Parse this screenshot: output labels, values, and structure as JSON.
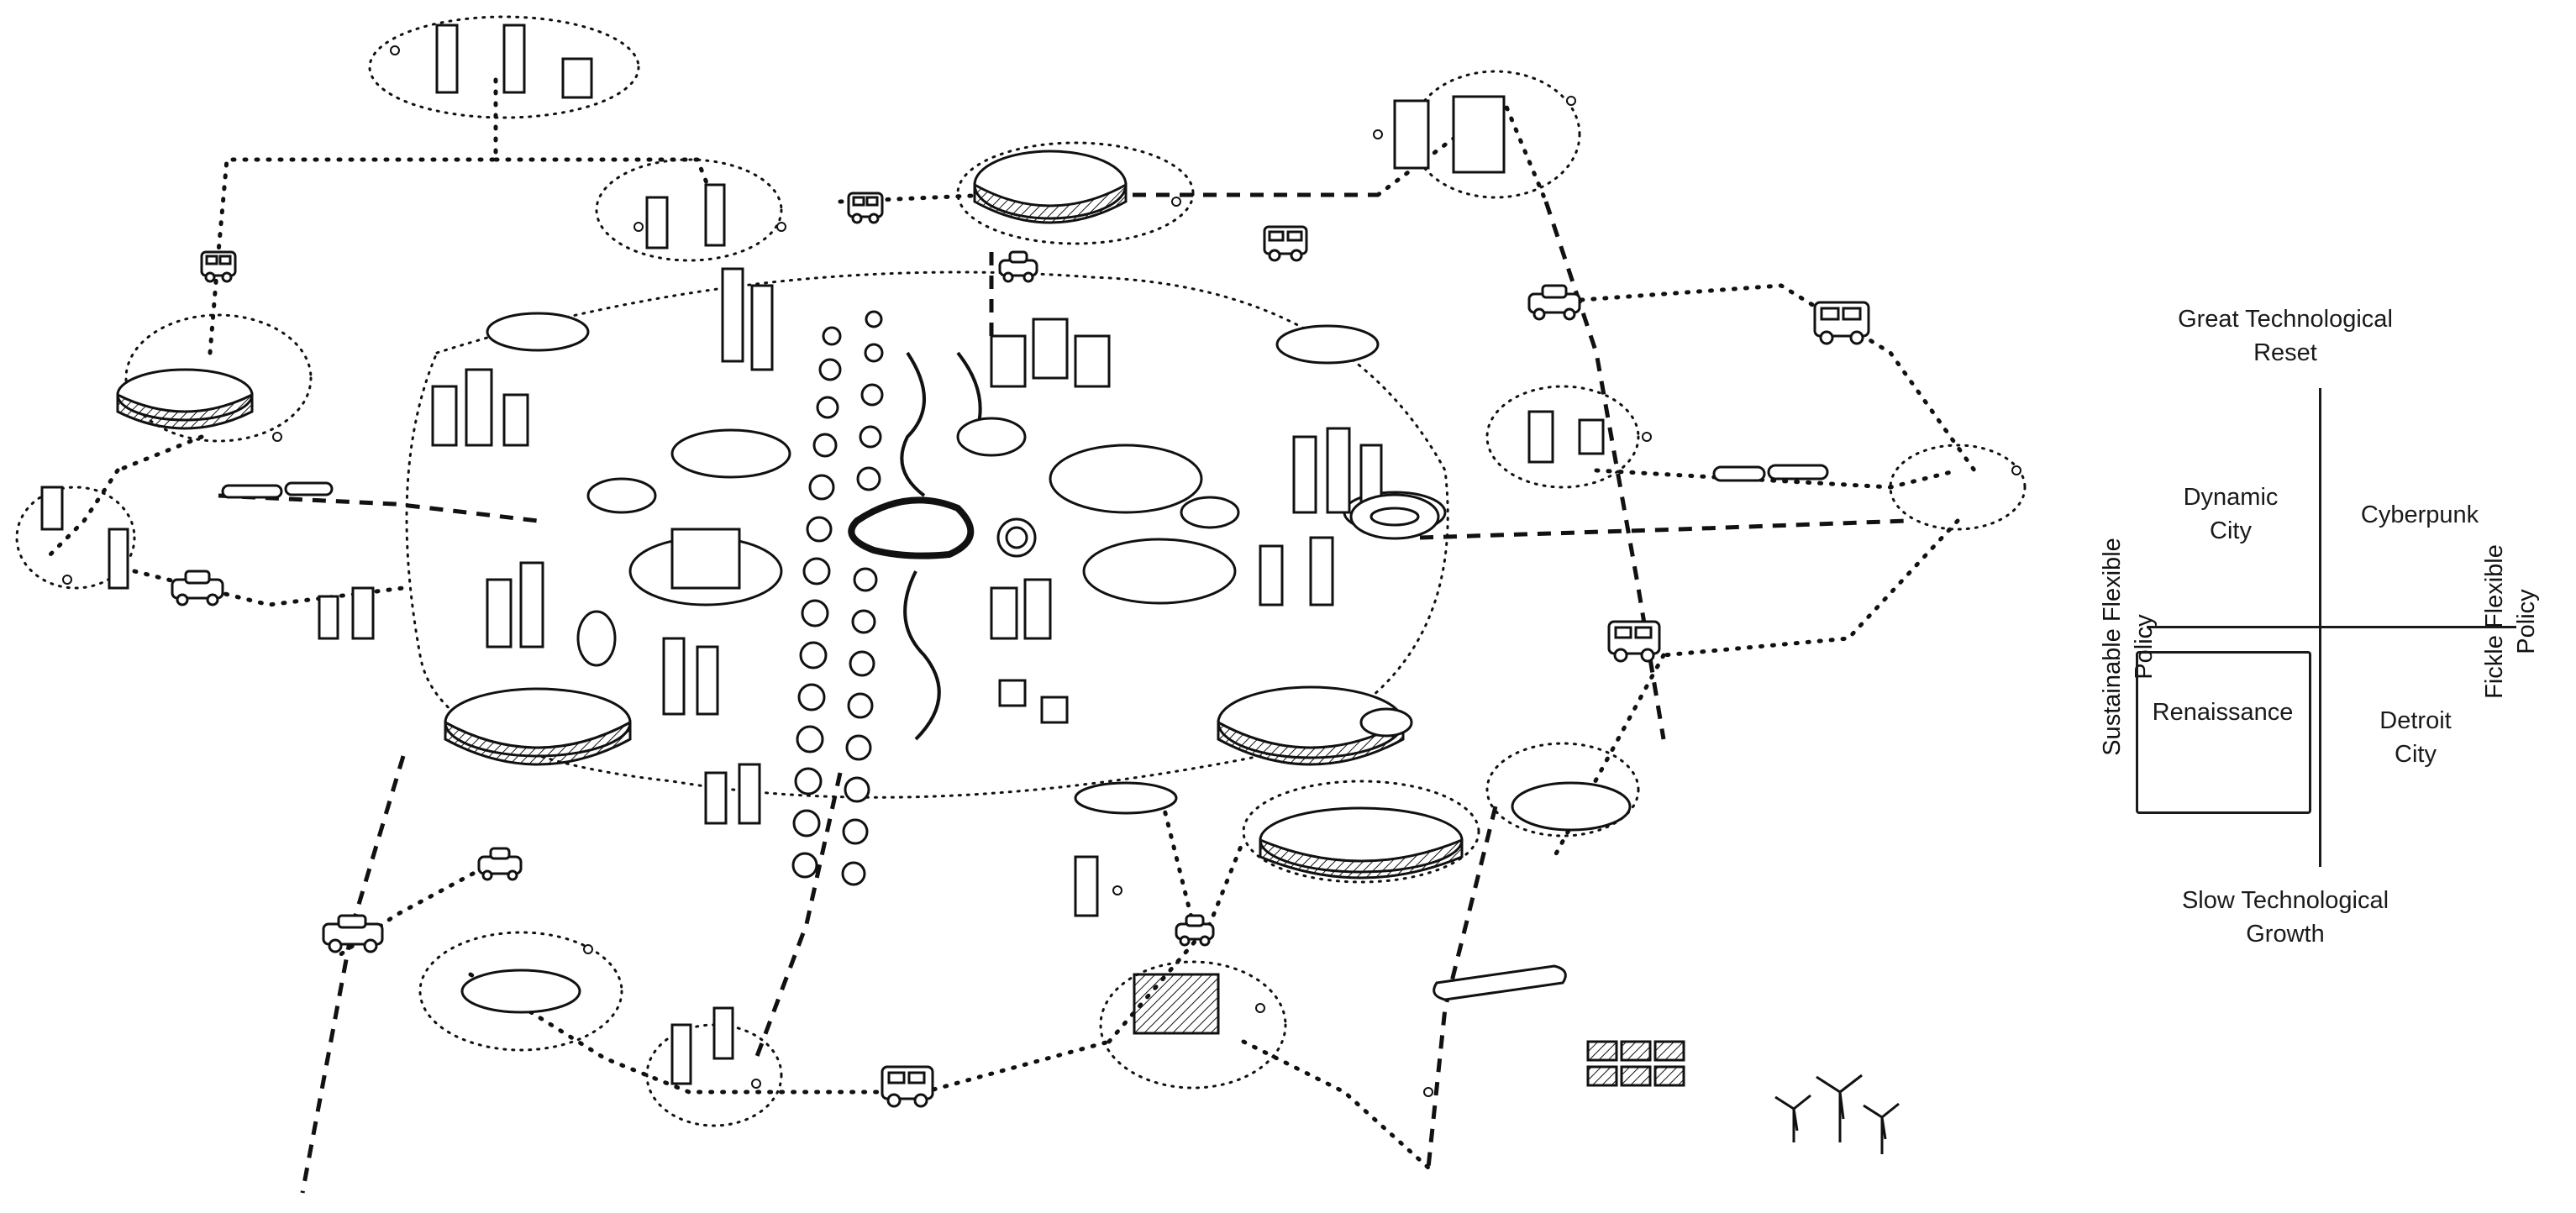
{
  "quadrant": {
    "top_label": [
      "Great Technological",
      "Reset"
    ],
    "bottom_label": [
      "Slow Technological",
      "Growth"
    ],
    "left_label": [
      "Sustainable Flexible",
      "Policy"
    ],
    "right_label": [
      "Fickle Flexible",
      "Policy"
    ],
    "cells": {
      "top_left": [
        "Dynamic",
        "City"
      ],
      "top_right": "Cyberpunk",
      "bottom_left": "Renaissance",
      "bottom_right": [
        "Detroit",
        "City"
      ]
    }
  },
  "sketch": {
    "stroke_color": "#111111",
    "elements": [
      "city-cluster",
      "dashed-road-network",
      "dotted-paths",
      "cars",
      "buses",
      "trains",
      "towers",
      "solar-panels",
      "wind-turbines"
    ]
  }
}
